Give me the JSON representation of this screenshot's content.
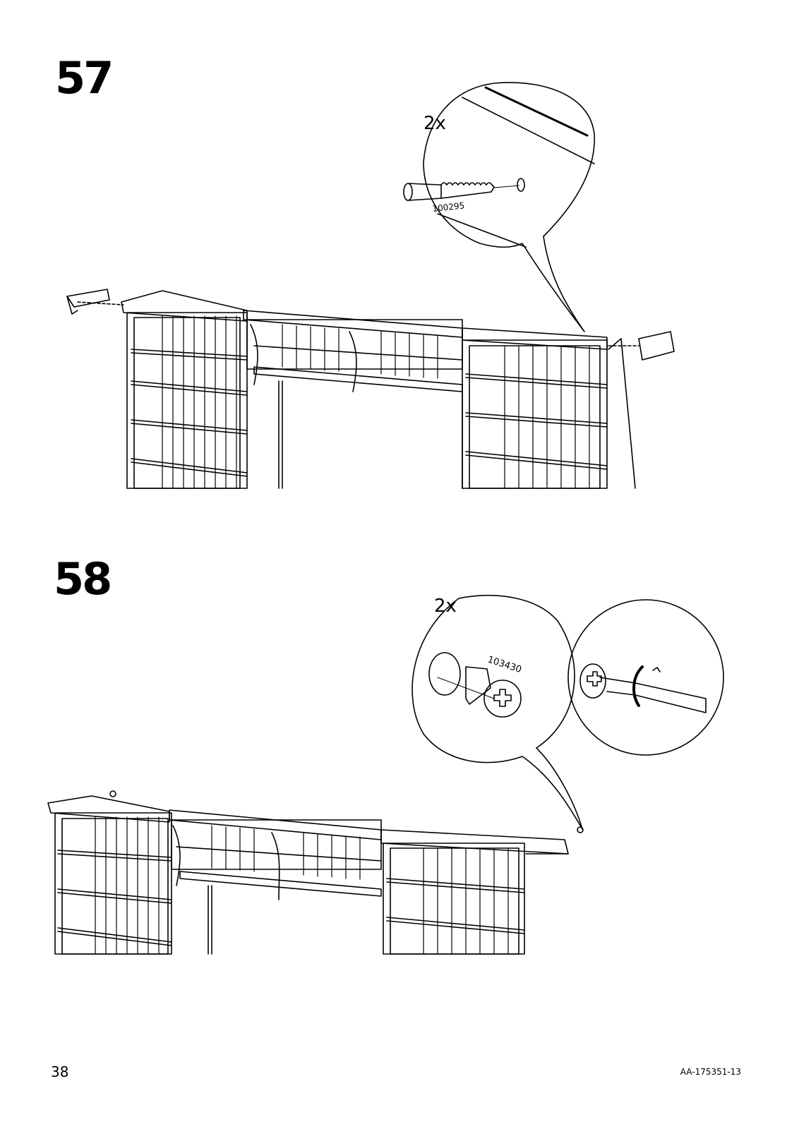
{
  "steps": [
    {
      "number": "57",
      "callout": {
        "quantity": "2x",
        "part_number": "100295",
        "part_icon": "cam-bolt-screw-icon"
      }
    },
    {
      "number": "58",
      "callout": {
        "quantity": "2x",
        "part_number": "103430",
        "part_icon": "cam-lock-nut-icon",
        "tool_icon": "screwdriver-icon"
      }
    }
  ],
  "footer": {
    "page_number": "38",
    "document_id": "AA-175351-13"
  }
}
